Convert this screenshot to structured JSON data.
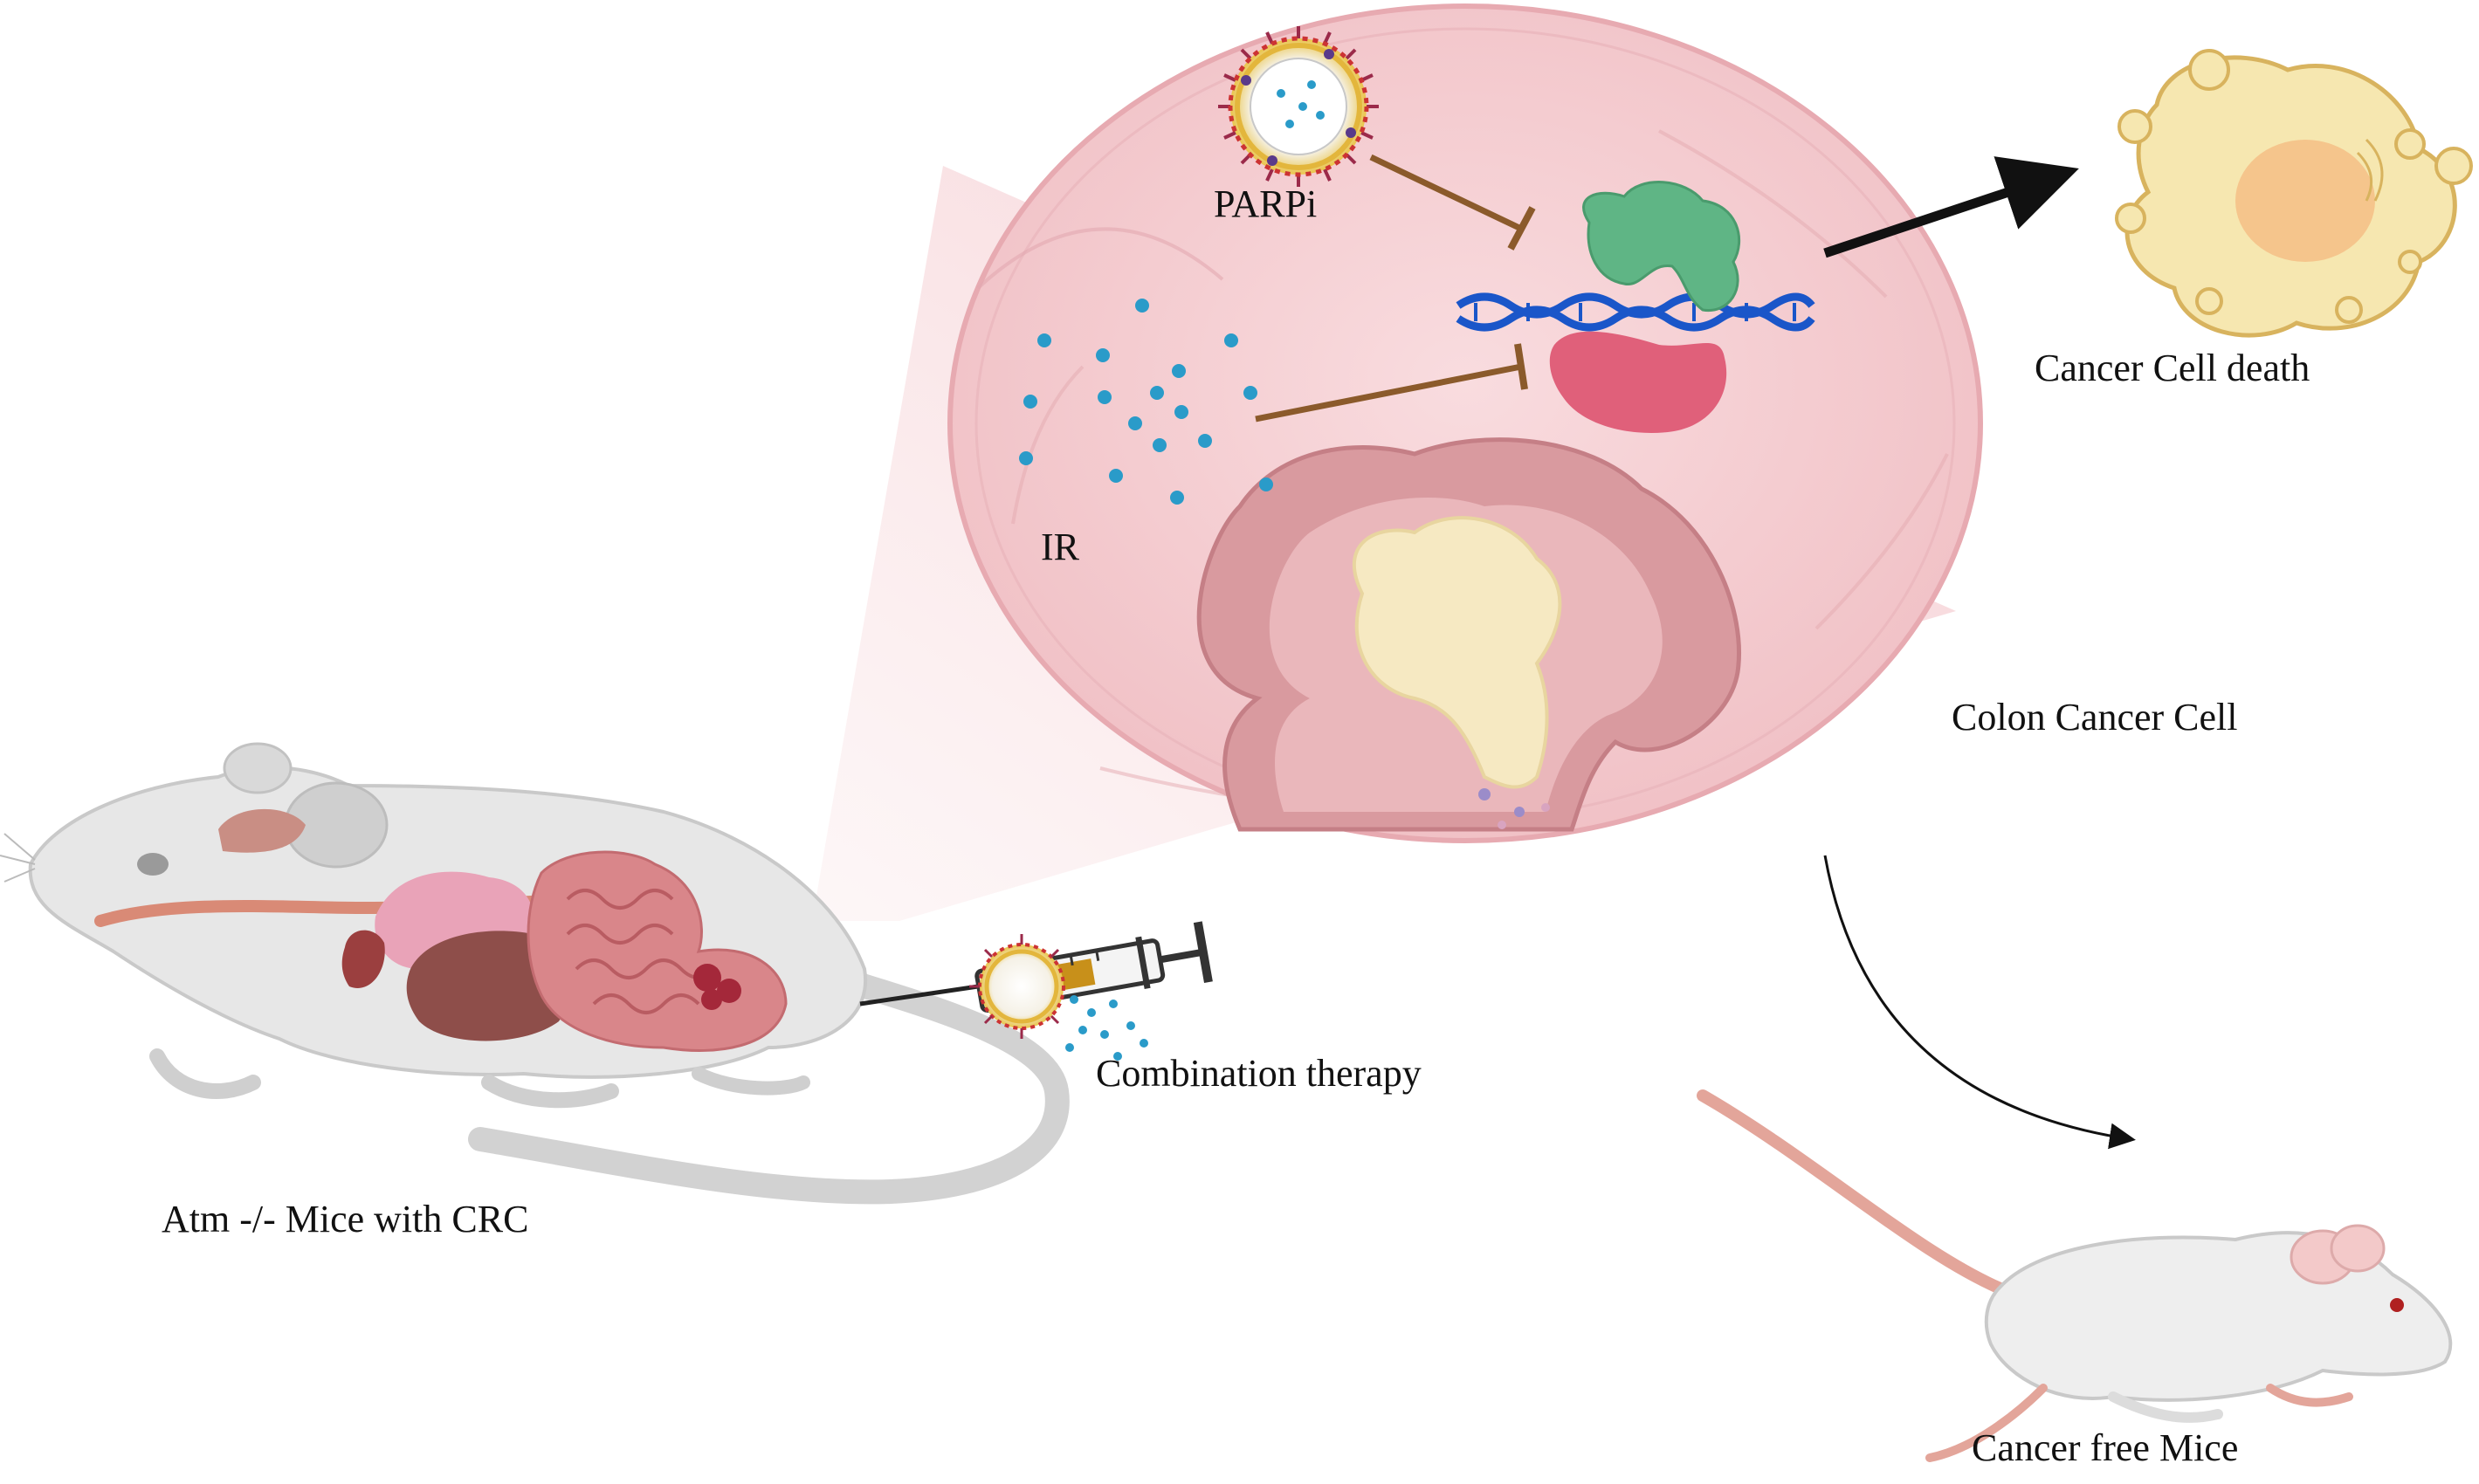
{
  "labels": {
    "parpi": "PARPi",
    "ir": "IR",
    "cancer_cell_death": "Cancer Cell death",
    "colon_cancer_cell": "Colon Cancer Cell",
    "combination_therapy": "Combination therapy",
    "atm_mice": "Atm -/- Mice with CRC",
    "cancer_free_mice": "Cancer free Mice"
  },
  "colors": {
    "magnifier_fill": "#f6cfd2",
    "inhibition_arrow": "#8b5a2b",
    "dna_strand": "#1a56c9",
    "repair_protein_green": "#5fb585",
    "repair_protein_pink": "#e0607a",
    "ir_dots": "#2a9bc9",
    "dying_cell": "#f6e7b0",
    "nucleus": "#f5c58c",
    "mouse_body": "#e7e7e7",
    "tail_pink": "#e3a59a"
  },
  "icons": [
    "nanoparticle-icon",
    "syringe-icon",
    "dna-icon",
    "mouse-icon",
    "dying-cell-icon",
    "colon-crypt-icon"
  ]
}
